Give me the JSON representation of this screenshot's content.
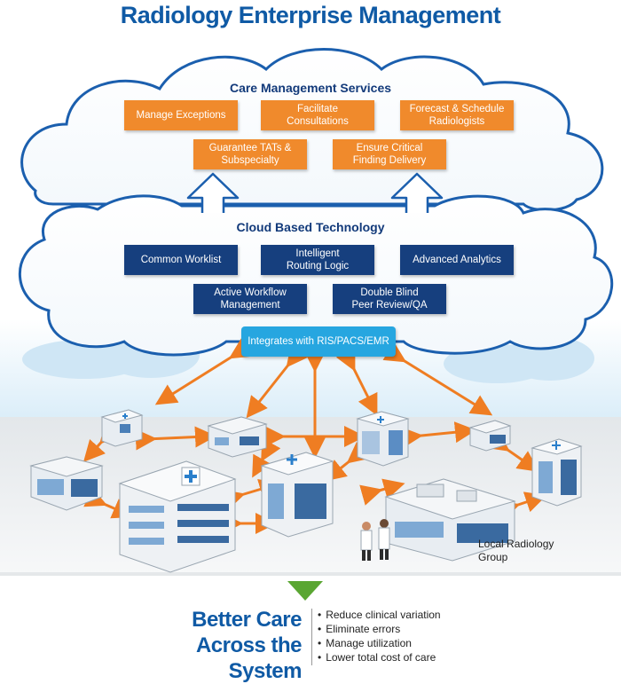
{
  "title": "Radiology Enterprise Management",
  "care_section": {
    "heading": "Care Management Services",
    "boxes": [
      "Manage Exceptions",
      "Facilitate Consultations",
      "Forecast & Schedule\nRadiologists",
      "Guarantee TATs &\nSubspecialty",
      "Ensure Critical\nFinding Delivery"
    ]
  },
  "cloud_section": {
    "heading": "Cloud Based Technology",
    "boxes": [
      "Common Worklist",
      "Intelligent\nRouting Logic",
      "Advanced Analytics",
      "Active Workflow\nManagement",
      "Double Blind\nPeer Review/QA"
    ]
  },
  "integration_box": "Integrates with RIS/PACS/EMR",
  "local_group_label": "Local Radiology\nGroup",
  "footer": {
    "heading_line1": "Better Care",
    "heading_line2": "Across the System",
    "bullets": [
      "Reduce clinical variation",
      "Eliminate errors",
      "Manage utilization",
      "Lower total cost of care"
    ]
  },
  "colors": {
    "title_blue": "#0f5aa5",
    "orange": "#f08a2c",
    "navy": "#163f7e",
    "light_blue": "#26a6e0",
    "arrow_orange": "#ef7d22",
    "green_arrow": "#5aa632"
  }
}
